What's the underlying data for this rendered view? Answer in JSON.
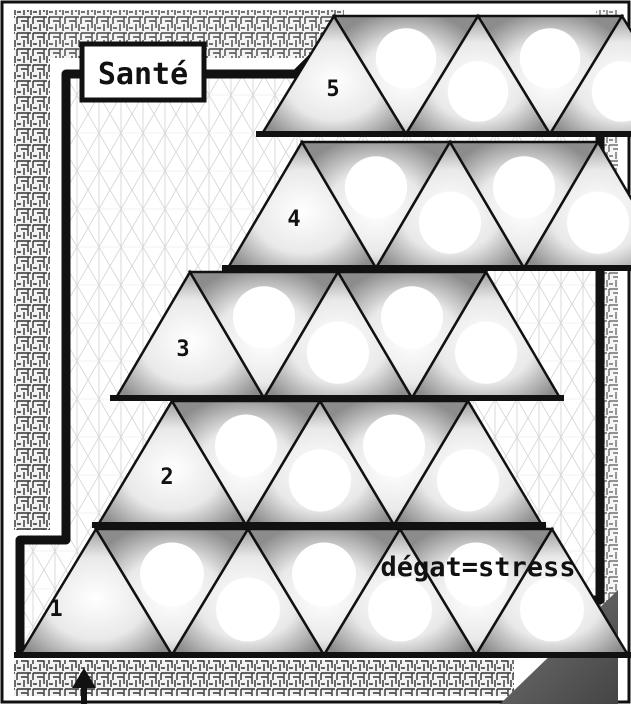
{
  "board": {
    "health_label": "Santé",
    "damage_rule": "dégat=stress",
    "rows": [
      {
        "level": "1",
        "slots": 7
      },
      {
        "level": "2",
        "slots": 5
      },
      {
        "level": "3",
        "slots": 5
      },
      {
        "level": "4",
        "slots": 5
      },
      {
        "level": "5",
        "slots": 5
      }
    ]
  },
  "icons": {
    "entry": "arrow-up-icon",
    "texture": "maze-pattern"
  },
  "colors": {
    "ink": "#111111",
    "paper": "#ffffff",
    "grid": "#c9c9c9",
    "shade": "#9a9a9a"
  }
}
